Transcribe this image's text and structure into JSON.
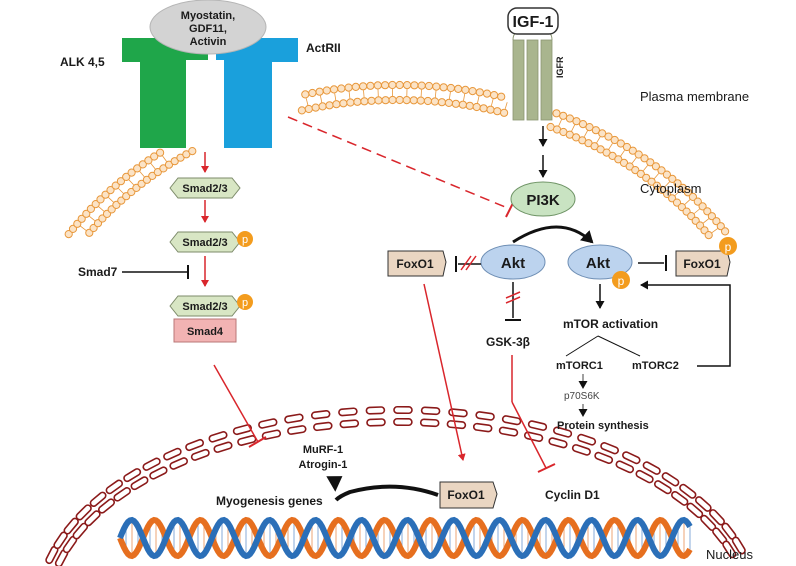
{
  "ligand": {
    "line1": "Myostatin,",
    "line2": "GDF11,",
    "line3": "Activin"
  },
  "receptors": {
    "alk": "ALK 4,5",
    "actrii": "ActRII",
    "igf1": "IGF-1",
    "igfr": "IGFR"
  },
  "regions": {
    "membrane": "Plasma membrane",
    "cytoplasm": "Cytoplasm",
    "nucleus": "Nucleus"
  },
  "smad": {
    "smad23": "Smad2/3",
    "smad23p1": "Smad2/3",
    "smad23p2": "Smad2/3",
    "smad4": "Smad4",
    "smad7": "Smad7",
    "p": "p"
  },
  "pathway": {
    "pi3k": "PI3K",
    "akt_left": "Akt",
    "akt_right": "Akt",
    "foxo1_left": "FoxO1",
    "foxo1_right": "FoxO1",
    "foxo1_nucleus": "FoxO1",
    "gsk": "GSK-3β",
    "mtor": "mTOR activation",
    "mtorc1": "mTORC1",
    "mtorc2": "mTORC2",
    "p70": "p70S6K",
    "protein": "Protein synthesis",
    "cyclin": "Cyclin D1",
    "murf_line1": "MuRF-1",
    "murf_line2": "Atrogin-1",
    "myogenesis": "Myogenesis genes"
  },
  "colors": {
    "alk_green": "#1fa64a",
    "actrii_blue": "#1aa0dc",
    "igfr_green": "#a9b58e",
    "membrane_orange": "#e8973a",
    "nucleus_red": "#8b1a1a",
    "inhibit_red": "#d9262c",
    "smad_fill": "#d8e6c4",
    "smad4_fill": "#f2b3b3",
    "akt_fill": "#bcd3ee",
    "pi3k_fill": "#c9e3c2",
    "foxo_fill": "#ead6c2",
    "phospho_orange": "#f39c1e",
    "dna_orange": "#e66f1f",
    "dna_blue": "#2b6fb8"
  }
}
